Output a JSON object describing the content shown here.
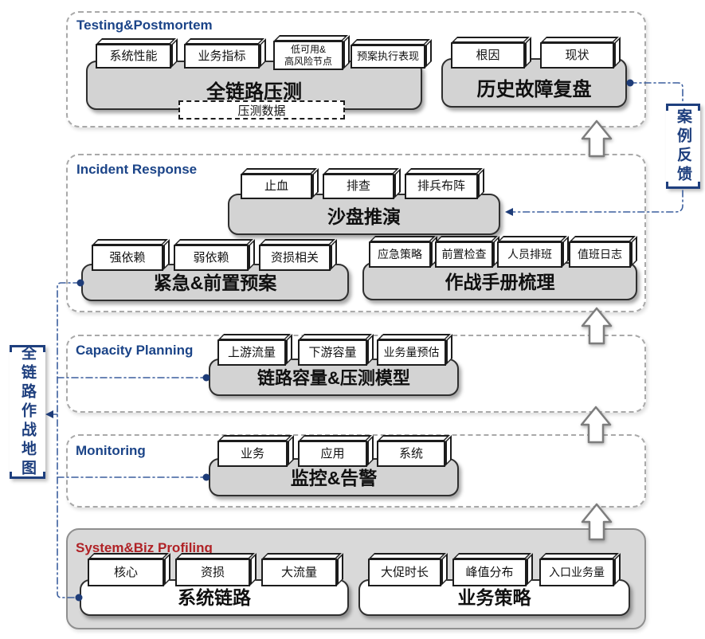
{
  "diagram": {
    "left_label": "全链路作战地图",
    "right_label": "案例反馈"
  },
  "colors": {
    "section_title_blue": "#1b4488",
    "profiling_title_red": "#b02226",
    "connector_blue": "#3c5f9e",
    "group_fill_gray": "#d3d3d3",
    "section5_fill_gray": "#d9d9d9"
  },
  "sections": [
    {
      "title": "Testing&Postmortem",
      "groups": [
        {
          "label": "全链路压测",
          "items": [
            "系统性能",
            "业务指标",
            "低可用&\n高风险节点",
            "预案执行表现"
          ],
          "sub_label": "压测数据"
        },
        {
          "label": "历史故障复盘",
          "items": [
            "根因",
            "现状"
          ]
        }
      ]
    },
    {
      "title": "Incident Response",
      "groups": [
        {
          "label": "沙盘推演",
          "items": [
            "止血",
            "排查",
            "排兵布阵"
          ]
        },
        {
          "label": "紧急&前置预案",
          "items": [
            "强依赖",
            "弱依赖",
            "资损相关"
          ]
        },
        {
          "label": "作战手册梳理",
          "items": [
            "应急策略",
            "前置检查",
            "人员排班",
            "值班日志"
          ]
        }
      ]
    },
    {
      "title": "Capacity Planning",
      "groups": [
        {
          "label": "链路容量&压测模型",
          "items": [
            "上游流量",
            "下游容量",
            "业务量预估"
          ]
        }
      ]
    },
    {
      "title": "Monitoring",
      "groups": [
        {
          "label": "监控&告警",
          "items": [
            "业务",
            "应用",
            "系统"
          ]
        }
      ]
    },
    {
      "title": "System&Biz Profiling",
      "groups": [
        {
          "label": "系统链路",
          "items": [
            "核心",
            "资损",
            "大流量"
          ]
        },
        {
          "label": "业务策略",
          "items": [
            "大促时长",
            "峰值分布",
            "入口业务量"
          ]
        }
      ]
    }
  ]
}
